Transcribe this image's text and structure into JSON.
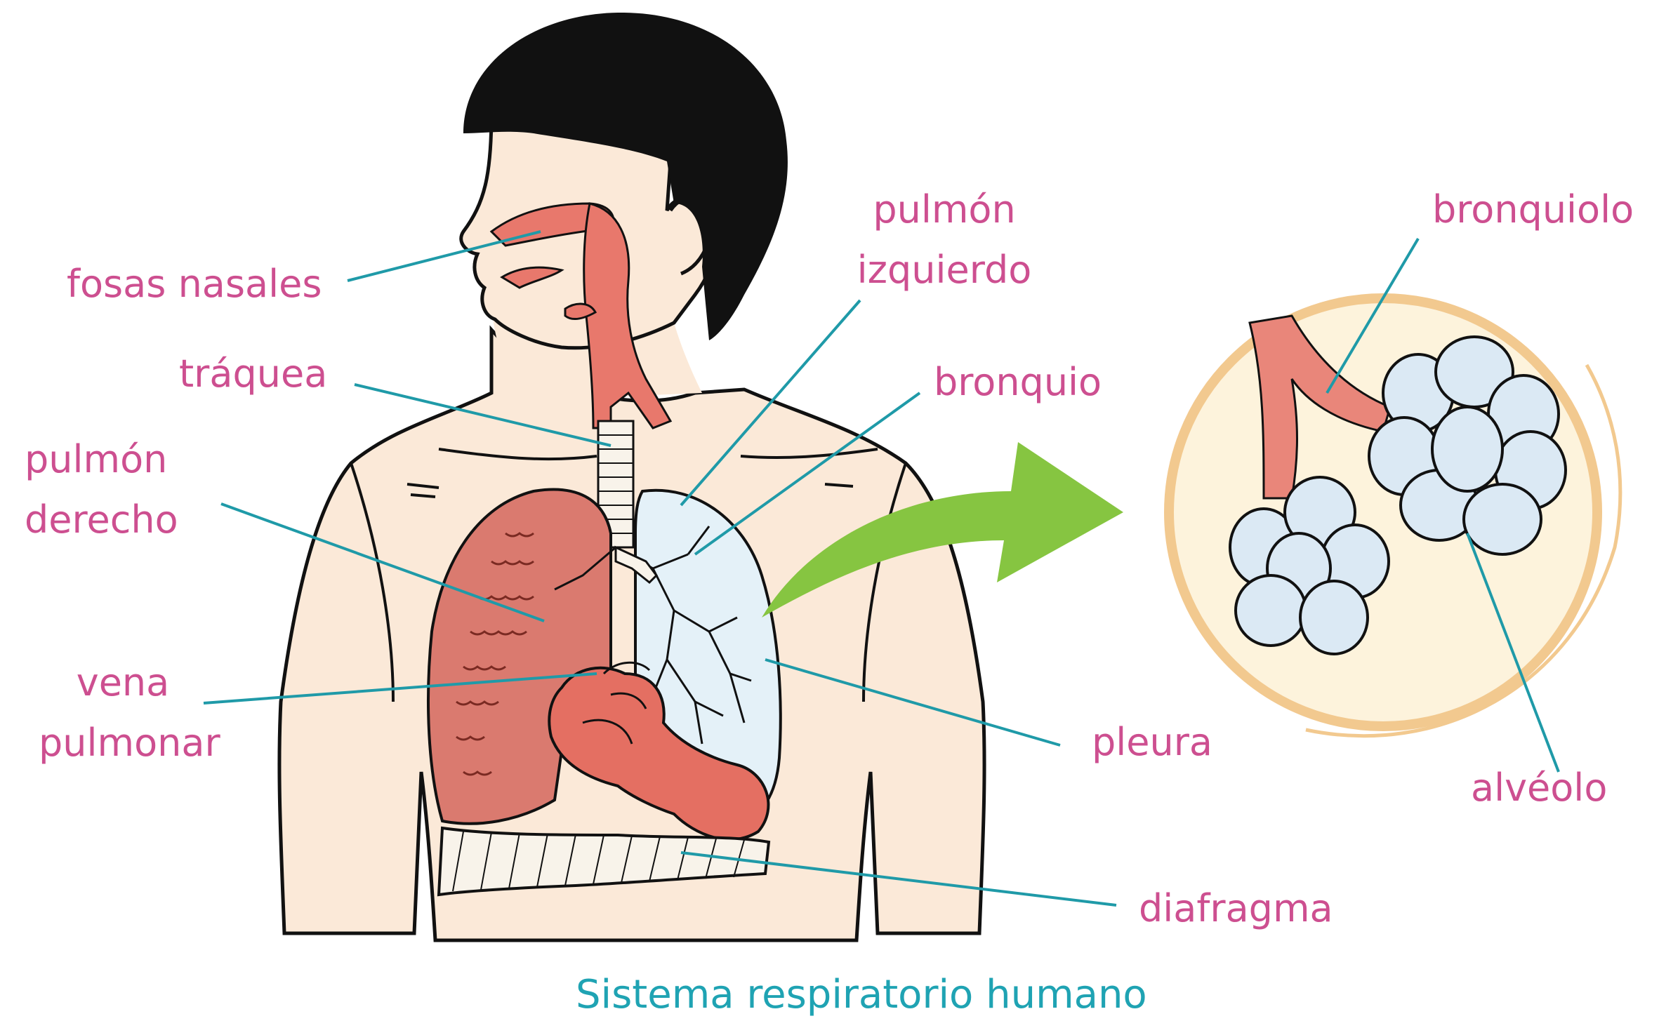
{
  "caption": "Sistema respiratorio humano",
  "labels": {
    "fosas_nasales": "fosas nasales",
    "traquea": "tráquea",
    "pulmon_derecho": [
      "pulmón",
      "derecho"
    ],
    "vena_pulmonar": [
      "vena",
      "pulmonar"
    ],
    "pulmon_izquierdo": [
      "pulmón",
      "izquierdo"
    ],
    "bronquio": "bronquio",
    "pleura": "pleura",
    "diafragma": "diafragma",
    "bronquiolo": "bronquiolo",
    "alveolo": "alvéolo"
  },
  "colors": {
    "label": "#cd4f90",
    "caption": "#1fa3b3",
    "leader_line": "#1f9aa8",
    "skin": "#fbe9d8",
    "hair": "#111111",
    "airway": "#e8786c",
    "right_lung": "#da7a6f",
    "left_lung": "#e4f1f8",
    "heart": "#e46f62",
    "arrow": "#86c541",
    "inset_fill": "#fdf3dc",
    "inset_ring": "#f2c98f",
    "alveolus": "#dbe9f4"
  }
}
